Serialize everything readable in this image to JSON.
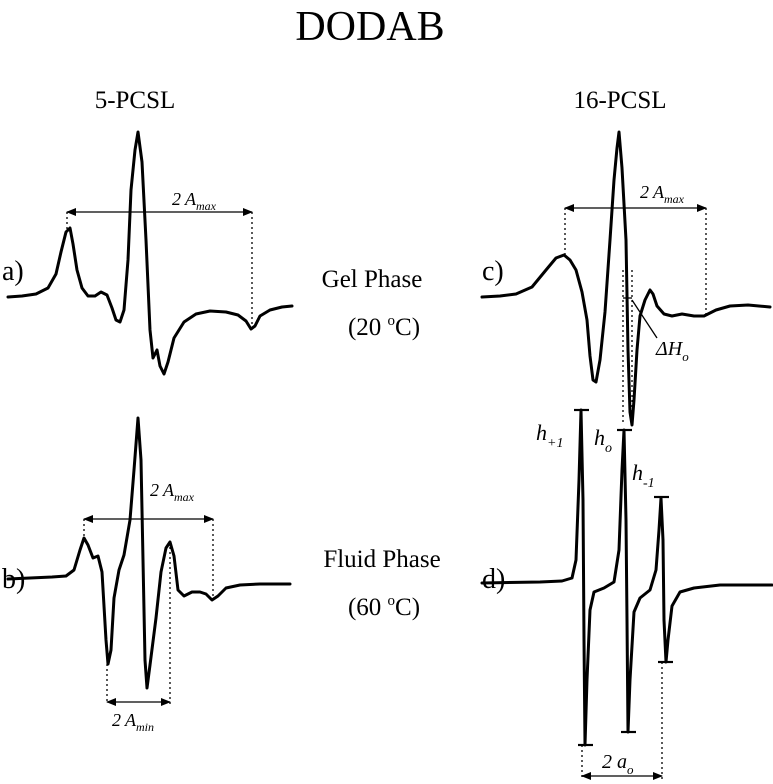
{
  "title": "DODAB",
  "columns": {
    "left": "5-PCSL",
    "right": "16-PCSL"
  },
  "panels": {
    "a": {
      "label": "a)",
      "amax": {
        "num": "2",
        "sym": "A",
        "sub": "max"
      }
    },
    "b": {
      "label": "b)",
      "amax": {
        "num": "2",
        "sym": "A",
        "sub": "max"
      },
      "amin": {
        "num": "2",
        "sym": "A",
        "sub": "min"
      }
    },
    "c": {
      "label": "c)",
      "amax": {
        "num": "2",
        "sym": "A",
        "sub": "max"
      },
      "dh": {
        "sym": "ΔH",
        "sub": "o"
      }
    },
    "d": {
      "label": "d)",
      "h1": {
        "sym": "h",
        "sub": "+1"
      },
      "h0": {
        "sym": "h",
        "sub": "o"
      },
      "hm1": {
        "sym": "h",
        "sub": "-1"
      },
      "ao": {
        "num": "2",
        "sym": "a",
        "sub": "o"
      }
    }
  },
  "phases": {
    "gel": {
      "name": "Gel Phase",
      "open": "(20 ",
      "deg": "o",
      "close": "C)"
    },
    "fluid": {
      "name": "Fluid Phase",
      "open": "(60 ",
      "deg": "o",
      "close": "C)"
    }
  }
}
